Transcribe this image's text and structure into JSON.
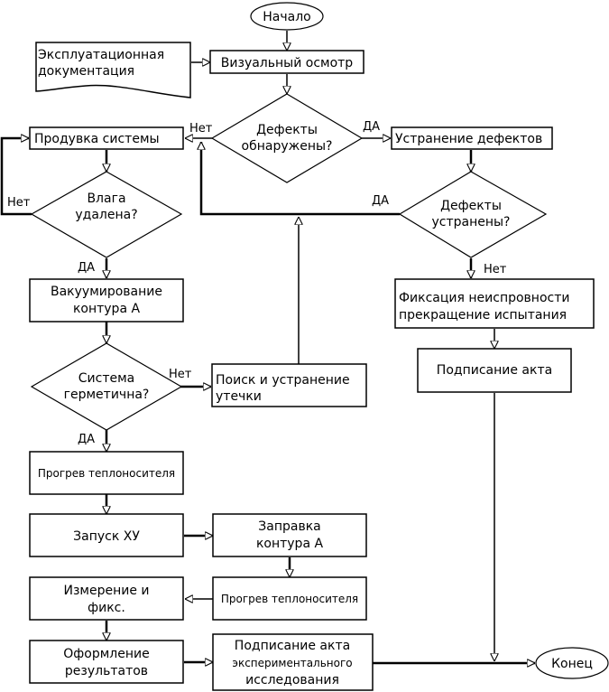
{
  "diagram": {
    "type": "flowchart",
    "colors": {
      "line": "#000000",
      "background": "#ffffff"
    },
    "nodes": {
      "start": {
        "shape": "terminator",
        "text": "Начало"
      },
      "doc": {
        "shape": "document",
        "lines": [
          "Эксплуатационная",
          "документация"
        ]
      },
      "visual": {
        "shape": "process",
        "lines": [
          "Визуальный осмотр"
        ]
      },
      "defects_found": {
        "shape": "decision",
        "lines": [
          "Дефекты",
          "обнаружены?"
        ]
      },
      "purge": {
        "shape": "process",
        "lines": [
          "Продувка системы"
        ]
      },
      "fix_defects": {
        "shape": "process",
        "lines": [
          "Устранение дефектов"
        ]
      },
      "moisture": {
        "shape": "decision",
        "lines": [
          "Влага",
          "удалена?"
        ]
      },
      "defects_fixed": {
        "shape": "decision",
        "lines": [
          "Дефекты",
          "устранены?"
        ]
      },
      "vacuum": {
        "shape": "process",
        "lines": [
          "Вакуумирование",
          "контура А"
        ]
      },
      "malfunction": {
        "shape": "process",
        "lines": [
          "Фиксация неиспровности",
          "прекращение испытания"
        ]
      },
      "sign_act": {
        "shape": "process",
        "lines": [
          "Подписание акта"
        ]
      },
      "hermetic": {
        "shape": "decision",
        "lines": [
          "Система",
          "герметична?"
        ]
      },
      "leak": {
        "shape": "process",
        "lines": [
          "Поиск и устранение",
          "утечки"
        ]
      },
      "heat1": {
        "shape": "process",
        "lines": [
          "Прогрев теплоносителя"
        ]
      },
      "start_xu": {
        "shape": "process",
        "lines": [
          "Запуск ХУ"
        ]
      },
      "fill": {
        "shape": "process",
        "lines": [
          "Заправка",
          "контура А"
        ]
      },
      "heat2": {
        "shape": "process",
        "lines": [
          "Прогрев теплоносителя"
        ]
      },
      "measure": {
        "shape": "process",
        "lines": [
          "Измерение и",
          "фикс."
        ]
      },
      "results": {
        "shape": "process",
        "lines": [
          "Оформление",
          "результатов"
        ]
      },
      "sign_exp": {
        "shape": "process",
        "lines": [
          "Подписание акта",
          "экспериментального",
          "исследования"
        ]
      },
      "end": {
        "shape": "terminator",
        "text": "Конец"
      }
    },
    "edge_labels": {
      "defects_found_no": "Нет",
      "defects_found_yes": "ДА",
      "moisture_no": "Нет",
      "moisture_yes": "ДА",
      "defects_fixed_yes": "ДА",
      "defects_fixed_no": "Нет",
      "hermetic_no": "Нет",
      "hermetic_yes": "ДА"
    },
    "edges": [
      [
        "start",
        "visual"
      ],
      [
        "doc",
        "visual"
      ],
      [
        "visual",
        "defects_found"
      ],
      [
        "defects_found",
        "purge",
        "Нет"
      ],
      [
        "defects_found",
        "fix_defects",
        "ДА"
      ],
      [
        "purge",
        "moisture"
      ],
      [
        "moisture",
        "purge",
        "Нет"
      ],
      [
        "moisture",
        "vacuum",
        "ДА"
      ],
      [
        "fix_defects",
        "defects_fixed"
      ],
      [
        "defects_fixed",
        "purge",
        "ДА"
      ],
      [
        "defects_fixed",
        "malfunction",
        "Нет"
      ],
      [
        "malfunction",
        "sign_act"
      ],
      [
        "sign_act",
        "end"
      ],
      [
        "vacuum",
        "hermetic"
      ],
      [
        "hermetic",
        "leak",
        "Нет"
      ],
      [
        "hermetic",
        "heat1",
        "ДА"
      ],
      [
        "leak",
        "purge"
      ],
      [
        "heat1",
        "start_xu"
      ],
      [
        "start_xu",
        "fill"
      ],
      [
        "fill",
        "heat2"
      ],
      [
        "heat2",
        "measure"
      ],
      [
        "measure",
        "results"
      ],
      [
        "results",
        "sign_exp"
      ],
      [
        "sign_exp",
        "end"
      ]
    ]
  }
}
